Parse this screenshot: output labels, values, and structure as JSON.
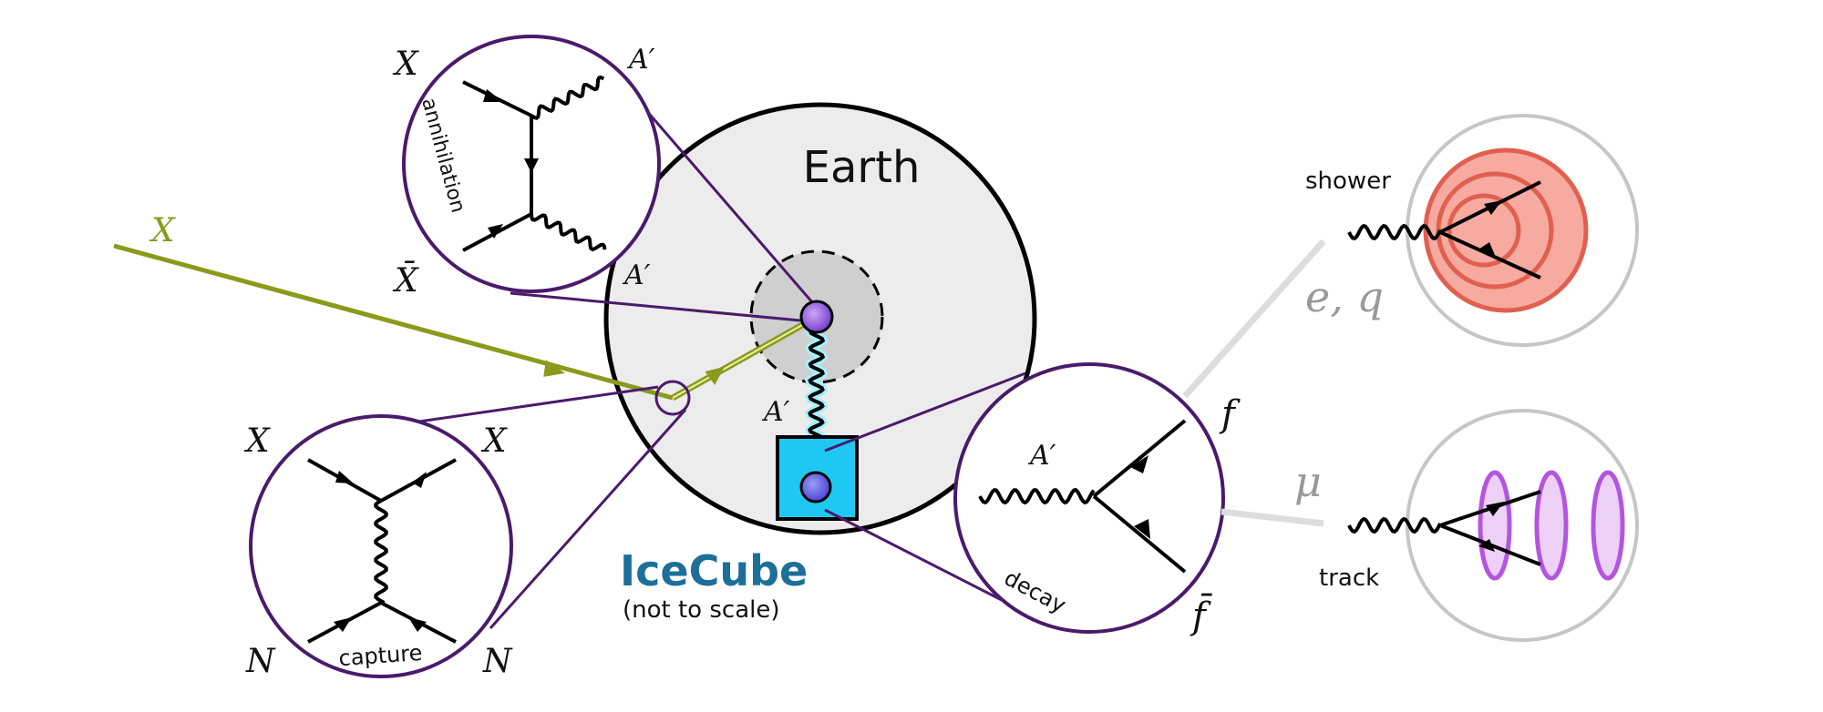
{
  "labels": {
    "earth": "Earth",
    "icecube": "IceCube",
    "icecube_note": "(not to scale)",
    "incoming_x": "X",
    "ap_core": "A′",
    "ap_beam": "A′",
    "annihilation": {
      "caption": "annihilation",
      "x": "X",
      "xbar": "X̄",
      "ap": "A′"
    },
    "capture": {
      "caption": "capture",
      "x_left": "X",
      "x_right": "X",
      "n_left": "N",
      "n_right": "N"
    },
    "decay": {
      "caption": "decay",
      "ap": "A′",
      "f": "f",
      "fbar": "f̄"
    },
    "shower": {
      "caption": "shower",
      "particles": "e, q"
    },
    "track": {
      "caption": "track",
      "particles": "μ"
    }
  },
  "colors": {
    "dark_matter": "#8a9a1b",
    "purple": "#4a1a6b",
    "earth_fill": "#ececec",
    "core_fill": "#cfcfcf",
    "icecube_fill": "#1ec8f2",
    "icecube_text": "#1d6f99",
    "shower": "#e06050",
    "shower_fill": "#f6aaa0",
    "track": "#b455e0",
    "track_fill": "#ecd0f6",
    "detector_circle": "#c6c6c6",
    "wave_glow": "#a6f0ff",
    "gray_label": "#999999"
  }
}
